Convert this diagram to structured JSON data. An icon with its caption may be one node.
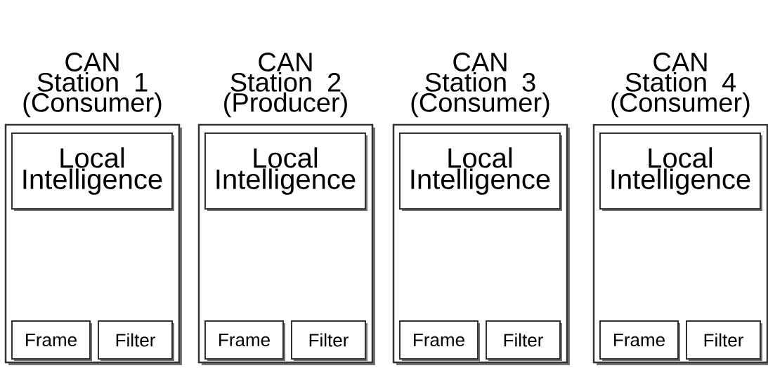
{
  "diagram": {
    "nodes": [
      {
        "text": [
          "CAN Station 1 (Consumer)"
        ]
      },
      {
        "text": [
          "Local Intelligence"
        ],
        "in": 0
      },
      {
        "text": [
          "Frame"
        ],
        "in": 0
      },
      {
        "text": [
          "Filter"
        ],
        "in": 0
      },
      {
        "text": [
          "CAN Station 2 (Producer)"
        ]
      },
      {
        "text": [
          "Local Intelligence"
        ],
        "in": 4
      },
      {
        "text": [
          "Frame"
        ],
        "in": 4
      },
      {
        "text": [
          "Filter"
        ],
        "in": 4
      },
      {
        "text": [
          "CAN Station 3 (Consumer)"
        ]
      },
      {
        "text": [
          "Local Intelligence"
        ],
        "in": 8
      },
      {
        "text": [
          "Frame"
        ],
        "in": 8
      },
      {
        "text": [
          "Filter"
        ],
        "in": 8
      },
      {
        "text": [
          "CAN Station 4 (Consumer)"
        ]
      },
      {
        "text": [
          "Local Intelligence"
        ],
        "in": 12
      },
      {
        "text": [
          "Frame"
        ],
        "in": 12
      },
      {
        "text": [
          "Filter"
        ],
        "in": 12
      }
    ]
  }
}
